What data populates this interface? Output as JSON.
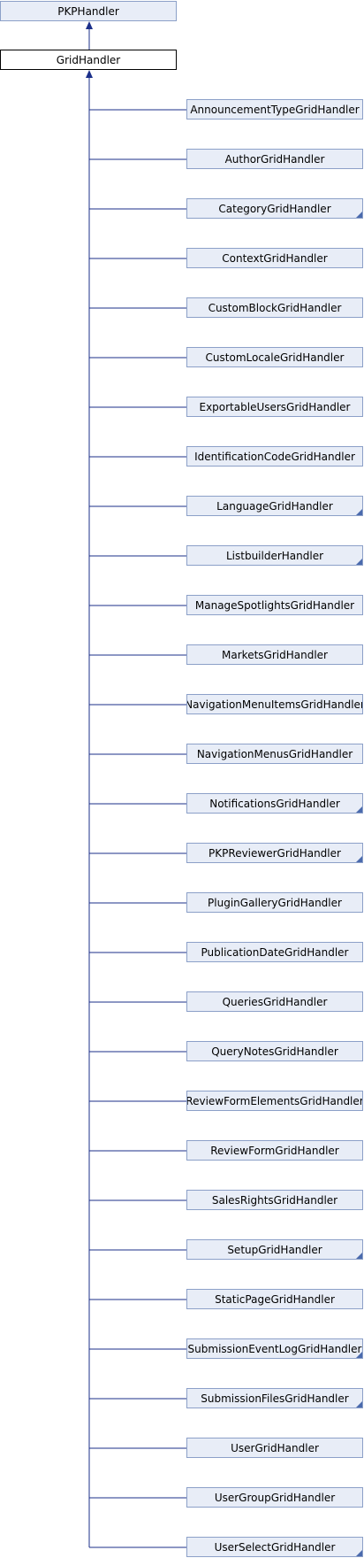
{
  "diagram": {
    "colors": {
      "edge": "#1b2f8a",
      "node_fill": "#e8edf7",
      "node_border": "#8ca0c8",
      "current_border": "#000000",
      "fold": "#4a6aad"
    },
    "base_class": "PKPHandler",
    "current_class": "GridHandler",
    "children": [
      {
        "label": "AnnouncementTypeGridHandler",
        "has_subclasses": false
      },
      {
        "label": "AuthorGridHandler",
        "has_subclasses": false
      },
      {
        "label": "CategoryGridHandler",
        "has_subclasses": true
      },
      {
        "label": "ContextGridHandler",
        "has_subclasses": false
      },
      {
        "label": "CustomBlockGridHandler",
        "has_subclasses": false
      },
      {
        "label": "CustomLocaleGridHandler",
        "has_subclasses": false
      },
      {
        "label": "ExportableUsersGridHandler",
        "has_subclasses": false
      },
      {
        "label": "IdentificationCodeGridHandler",
        "has_subclasses": false
      },
      {
        "label": "LanguageGridHandler",
        "has_subclasses": true
      },
      {
        "label": "ListbuilderHandler",
        "has_subclasses": true
      },
      {
        "label": "ManageSpotlightsGridHandler",
        "has_subclasses": false
      },
      {
        "label": "MarketsGridHandler",
        "has_subclasses": false
      },
      {
        "label": "NavigationMenuItemsGridHandler",
        "has_subclasses": false
      },
      {
        "label": "NavigationMenusGridHandler",
        "has_subclasses": false
      },
      {
        "label": "NotificationsGridHandler",
        "has_subclasses": true
      },
      {
        "label": "PKPReviewerGridHandler",
        "has_subclasses": true
      },
      {
        "label": "PluginGalleryGridHandler",
        "has_subclasses": false
      },
      {
        "label": "PublicationDateGridHandler",
        "has_subclasses": false
      },
      {
        "label": "QueriesGridHandler",
        "has_subclasses": false
      },
      {
        "label": "QueryNotesGridHandler",
        "has_subclasses": false
      },
      {
        "label": "ReviewFormElementsGridHandler",
        "has_subclasses": false
      },
      {
        "label": "ReviewFormGridHandler",
        "has_subclasses": false
      },
      {
        "label": "SalesRightsGridHandler",
        "has_subclasses": false
      },
      {
        "label": "SetupGridHandler",
        "has_subclasses": true
      },
      {
        "label": "StaticPageGridHandler",
        "has_subclasses": false
      },
      {
        "label": "SubmissionEventLogGridHandler",
        "has_subclasses": true
      },
      {
        "label": "SubmissionFilesGridHandler",
        "has_subclasses": true
      },
      {
        "label": "UserGridHandler",
        "has_subclasses": false
      },
      {
        "label": "UserGroupGridHandler",
        "has_subclasses": false
      },
      {
        "label": "UserSelectGridHandler",
        "has_subclasses": true
      }
    ]
  }
}
